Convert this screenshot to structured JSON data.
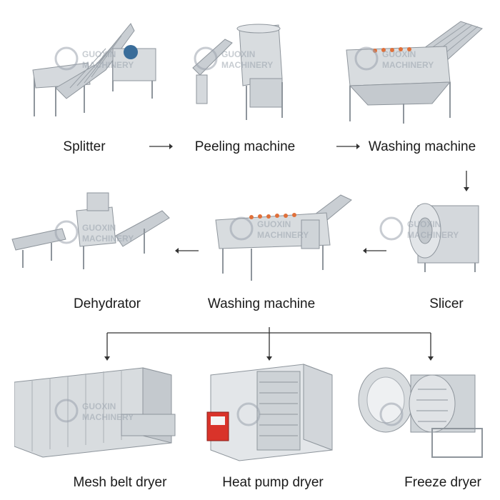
{
  "watermark": {
    "line1": "GUOXIN",
    "line2": "MACHINERY"
  },
  "steps": {
    "splitter": "Splitter",
    "peeling": "Peeling machine",
    "washing1": "Washing machine",
    "slicer": "Slicer",
    "washing2": "Washing machine",
    "dehydrator": "Dehydrator",
    "mesh_belt": "Mesh belt dryer",
    "heat_pump": "Heat pump dryer",
    "freeze": "Freeze dryer"
  },
  "colors": {
    "arrow": "#333333",
    "metal": "#c9ced3",
    "metal_dark": "#8e959c",
    "orange": "#e0703a",
    "red_panel": "#d9332a"
  }
}
